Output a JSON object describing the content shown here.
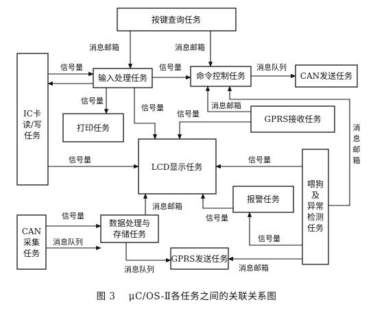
{
  "figure": {
    "caption": "图 3    μC/OS-Ⅱ各任务之间的关联关系图"
  },
  "nodes": {
    "key_query": "按键查询任务",
    "ic_card": [
      "IC卡",
      "读/写",
      "任务"
    ],
    "input_proc": "输入处理任务",
    "cmd_ctrl": "命令控制任务",
    "can_send": "CAN发送任务",
    "print": "打印任务",
    "gprs_recv": "GPRS接收任务",
    "lcd": "LCD显示任务",
    "watchdog": [
      "喂狗",
      "及",
      "异常",
      "检测",
      "任务"
    ],
    "alarm": "报警任务",
    "can_collect": [
      "CAN",
      "采集",
      "任务"
    ],
    "data_proc": [
      "数据处理与",
      "存储任务"
    ],
    "gprs_send": "GPRS发送任务"
  },
  "edges": {
    "key_to_input": "消息邮箱",
    "key_to_cmd": "消息邮箱",
    "input_ic": "信号量",
    "input_to_cmd": "信号量",
    "cmd_to_can": "消息队列",
    "input_to_print": "信号量",
    "input_to_lcd": "信号量",
    "gprs_to_cmd": "消息邮箱",
    "gprs_to_lcd": "信号量",
    "watchdog_to_cmd": [
      "消",
      "息",
      "邮",
      "箱"
    ],
    "ic_to_lcd": "信号量",
    "watchdog_to_lcd": "信号量",
    "data_to_lcd": "消息邮箱",
    "alarm_to_lcd": "信号量",
    "can_to_data": "信号量",
    "can_to_gprs_send": "消息队列",
    "data_to_gprs_send": "消息队列",
    "watchdog_to_alarm": "信号量",
    "watchdog_to_gprs_send": "消息邮箱"
  }
}
